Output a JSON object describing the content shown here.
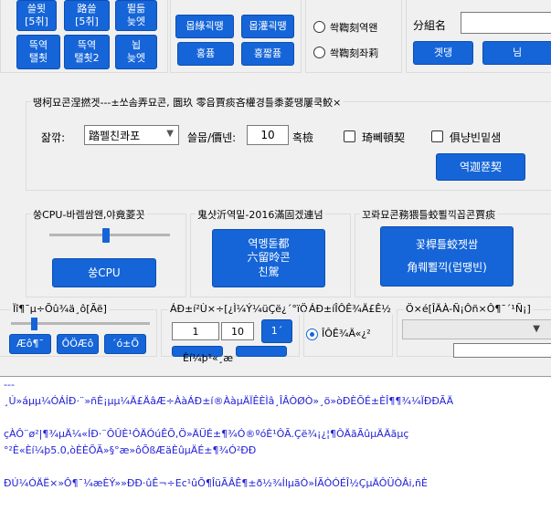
{
  "top": {
    "small_buttons": [
      {
        "label": "쓸묏\n[5취]"
      },
      {
        "label": "路쓸\n[5취]"
      },
      {
        "label": "뛸듦\n늦엣"
      },
      {
        "label": "뜩역\n탤쵯"
      },
      {
        "label": "뜩역\n탤쵯2"
      },
      {
        "label": "뇝\n늦엣"
      }
    ],
    "mid_buttons": [
      {
        "label": "몹綠괵땡"
      },
      {
        "label": "몹灌괵땡"
      },
      {
        "label": "홍퓸"
      },
      {
        "label": "홍짧퓸"
      }
    ],
    "radios": [
      {
        "label": "쏵鞫刻역왠",
        "checked": false
      },
      {
        "label": "쏵鞫刻좌莉",
        "checked": false
      }
    ],
    "group_name_label": "分組名",
    "group_name_value": "",
    "confirm_button": "곗댕",
    "partial_button": "님"
  },
  "settings": {
    "title": "땡柯묘콘涅撚겟---±쏘솜弄묘콘,  圜玖   零읍賈痰吝權경틀黍菱땡屢쿡鮫×",
    "game_label": "잚깎:",
    "game_select_value": "踏펠친콰포",
    "slot_label": "쓸뭅/價넨:",
    "slot_value": "10",
    "slot_unit": "혹檢",
    "check1_label": "琦뻬頓契",
    "check2_label": "俱냥빈밑샘",
    "start_button": "역迦쮼契"
  },
  "cpu": {
    "title": "쑹CPU-바렘쌈왠,야竟菱꼿",
    "slider_fraction": 0.47,
    "button": "쑹CPU"
  },
  "middle": {
    "title": "鬼샷沂역밑-2016滿固겠連넘",
    "button": "역멩돋都\n六留昤콘\n친駕"
  },
  "right": {
    "title": "꼬롸묘콘務猥틀蛟뾜끽꼽콘賈痰",
    "button1": "꽃桿틀蛟젯쌈",
    "button2": "角뤠뾜끽(럽땡빈)"
  },
  "bottom": {
    "left_title": "Ïî¶¯µ÷Õû¾ä¸ô[Ãë]",
    "left_slider_fraction": 0.15,
    "left_buttons": [
      "Æô¶¯",
      "ÔÖÆô",
      "´ó±Õ"
    ],
    "mid_title": "ÁÐ±í²Ù×÷[¿Ì¼Ý¼üÇë¿´°ïÖú]",
    "mid_from": "1",
    "mid_to": "10",
    "mid_btn_label": "1´",
    "mid_caption": "Èí¼þ¹«¸æ",
    "radio_title": "ÁÐ±íÎÔÊ¾Ä£Ê½",
    "radio_label": "ÎÔÊ¾Ä«¿²",
    "right_title": "Ö×é[ÎÄÀ-Ñ¡Ôñ×Ô¶¯´¹Ñ¡]"
  },
  "log": {
    "lines": [
      "---",
      "¸Ú»áµµ¼ÓÁÍÐ·¨»ñÈ¡µµ¼Ä£ÄâÆ÷ÀàÁÐ±í®ÀàµÄÏÊÈÌâ¸ÎÂÒØÒ»¸ö»òÐÈÕÉ±ÈÎ¶¶¾¼ÏÐÐÃÄ",
      "",
      "çÀÔ¨ø²|¶¾µÄ¼«ÍÐ·¨ÔÛÈ¹ÔÄÓúÊÕ,Ö»ÄÜÉ±¶¾Ó®ºóÈ¹ÔÃ.Çë¾¡¿¦¶ÔÄãÃûµÄÄãµç",
      "°²È«Èí¼þ5.0,òÈÈÕÃ»§°æ»ôÕßÆäÈûµÄÉ±¶¾Ó²ÐÐ",
      "",
      "ÐÚ¼ÓÄË×»Ô¶¯¼æÈÝ»»ÐÐ·ûÊ¬÷Ec¹ûÕ¶ÎüÃÂÊ¶±ð½¾ÍlµãÒ»ÍÃÒÓÉÎ½ÇµÄÔÜÒÂi,ñÈ"
    ]
  }
}
